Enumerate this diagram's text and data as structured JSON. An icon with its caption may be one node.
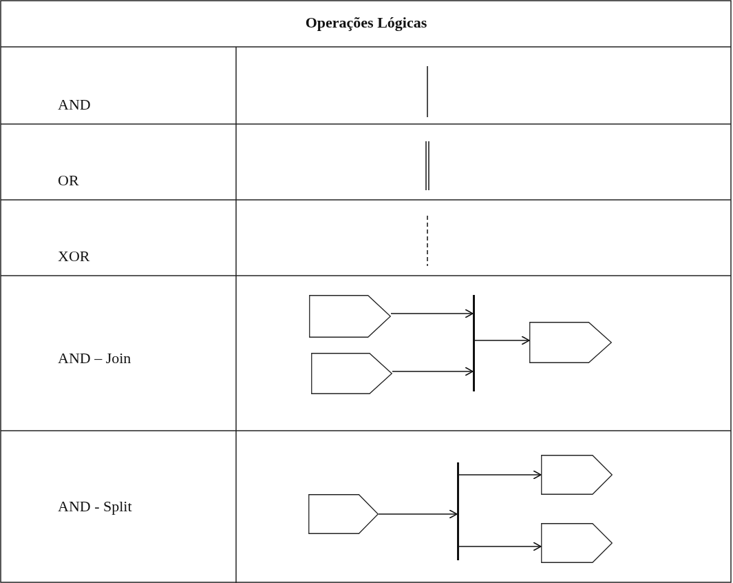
{
  "diagram": {
    "title": "Operações Lógicas",
    "nodes": [
      {
        "text": [],
        "shape": "pentagon"
      },
      {
        "text": [],
        "shape": "pentagon"
      },
      {
        "text": [],
        "shape": "bar"
      },
      {
        "text": [],
        "shape": "pentagon"
      },
      {
        "text": [],
        "shape": "pentagon"
      },
      {
        "text": [],
        "shape": "bar"
      },
      {
        "text": [],
        "shape": "pentagon"
      },
      {
        "text": [],
        "shape": "pentagon"
      }
    ],
    "edges": [
      {
        "from": 0,
        "to": 2,
        "arrow": "to"
      },
      {
        "from": 1,
        "to": 2,
        "arrow": "to"
      },
      {
        "from": 2,
        "to": 3,
        "arrow": "to"
      },
      {
        "from": 4,
        "to": 5,
        "arrow": "to"
      },
      {
        "from": 5,
        "to": 6,
        "arrow": "to"
      },
      {
        "from": 5,
        "to": 7,
        "arrow": "to"
      }
    ],
    "labels": [
      "AND",
      "OR",
      "XOR",
      "AND – Join",
      "AND - Split"
    ]
  }
}
